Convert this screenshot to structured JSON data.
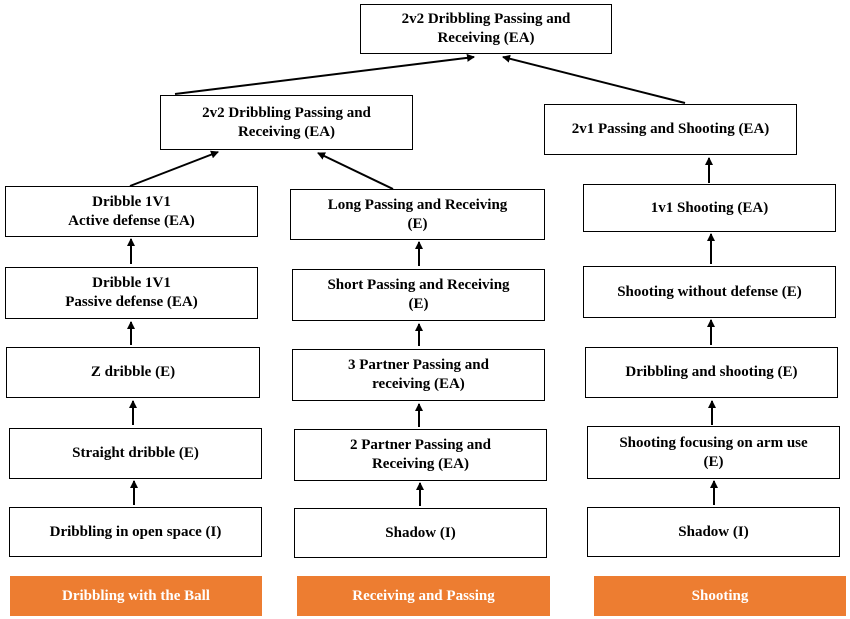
{
  "colors": {
    "category_bar": "#ED7D31",
    "box_border": "#000000",
    "arrow": "#000000"
  },
  "top": {
    "root": "2v2 Dribbling Passing and\nReceiving (EA)",
    "left_mid": "2v2 Dribbling Passing and\nReceiving (EA)",
    "right_mid": "2v1 Passing and Shooting (EA)"
  },
  "columns": [
    {
      "category": "Dribbling with the Ball",
      "steps": [
        "Dribble 1V1\nActive defense (EA)",
        "Dribble 1V1\nPassive defense (EA)",
        "Z dribble (E)",
        "Straight dribble (E)",
        "Dribbling in open space (I)"
      ]
    },
    {
      "category": "Receiving and Passing",
      "steps": [
        "Long Passing and Receiving\n(E)",
        "Short Passing and Receiving\n(E)",
        "3 Partner Passing and\nreceiving (EA)",
        "2 Partner Passing and\nReceiving (EA)",
        "Shadow (I)"
      ]
    },
    {
      "category": "Shooting",
      "steps": [
        "1v1 Shooting  (EA)",
        "Shooting without defense (E)",
        "Dribbling and shooting (E)",
        "Shooting focusing on arm use\n(E)",
        "Shadow (I)"
      ]
    }
  ]
}
